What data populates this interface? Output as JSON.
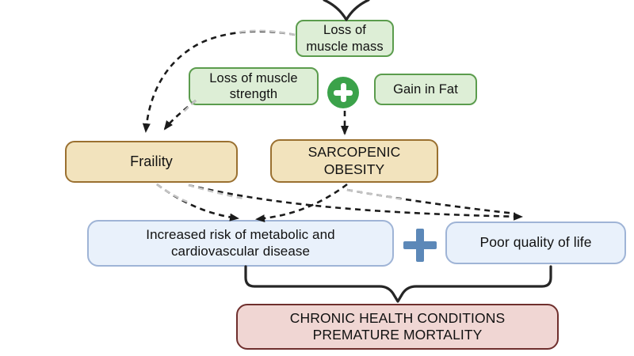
{
  "diagram": {
    "title": "Sarcopenic obesity consequences flow diagram",
    "nodes": {
      "loss_of_muscle_mass": {
        "lines": [
          "Loss of",
          "muscle mass"
        ]
      },
      "loss_of_muscle_strength": {
        "lines": [
          "Loss of muscle",
          "strength"
        ]
      },
      "gain_in_fat": {
        "lines": [
          "Gain in Fat"
        ]
      },
      "frailty": {
        "lines": [
          "Fraility"
        ]
      },
      "sarcopenic_obesity": {
        "lines": [
          "SARCOPENIC",
          "OBESITY"
        ]
      },
      "metabolic_cardiovascular": {
        "lines": [
          "Increased risk of metabolic and",
          "cardiovascular disease"
        ]
      },
      "poor_quality_of_life": {
        "lines": [
          "Poor quality of life"
        ]
      },
      "chronic_health": {
        "lines": [
          "CHRONIC HEALTH CONDITIONS",
          "PREMATURE MORTALITY"
        ]
      }
    },
    "icons": {
      "green_plus": "+",
      "blue_plus": "+"
    },
    "edges": [
      {
        "from": "loss_of_muscle_mass",
        "to": "frailty",
        "style": "dashed-arrow"
      },
      {
        "from": "loss_of_muscle_strength",
        "to": "frailty",
        "style": "dashed-arrow"
      },
      {
        "from": "loss_of_muscle_strength_plus_gain_in_fat",
        "to": "sarcopenic_obesity",
        "style": "dashed-arrow"
      },
      {
        "from": "frailty",
        "to": "metabolic_cardiovascular",
        "style": "dashed-arrow"
      },
      {
        "from": "sarcopenic_obesity",
        "to": "metabolic_cardiovascular",
        "style": "dashed-arrow"
      },
      {
        "from": "frailty",
        "to": "poor_quality_of_life",
        "style": "dashed-arrow"
      },
      {
        "from": "sarcopenic_obesity",
        "to": "poor_quality_of_life",
        "style": "dashed-arrow"
      },
      {
        "from": "metabolic_cardiovascular_plus_poor_quality_of_life",
        "to": "chronic_health",
        "style": "solid-brace"
      }
    ],
    "colors": {
      "green_fill": "#ddeed6",
      "green_border": "#5b9c4d",
      "tan_fill": "#f2e3bd",
      "tan_border": "#9a7030",
      "blue_fill": "#e9f1fb",
      "blue_border": "#9fb4d6",
      "pink_fill": "#f0d6d3",
      "pink_border": "#6f2f2d",
      "green_plus": "#3ba24a",
      "blue_plus": "#5c88b8",
      "arrow": "#1b1b1b",
      "arrow_fade": "#c4c4c4",
      "brace": "#262626"
    }
  }
}
